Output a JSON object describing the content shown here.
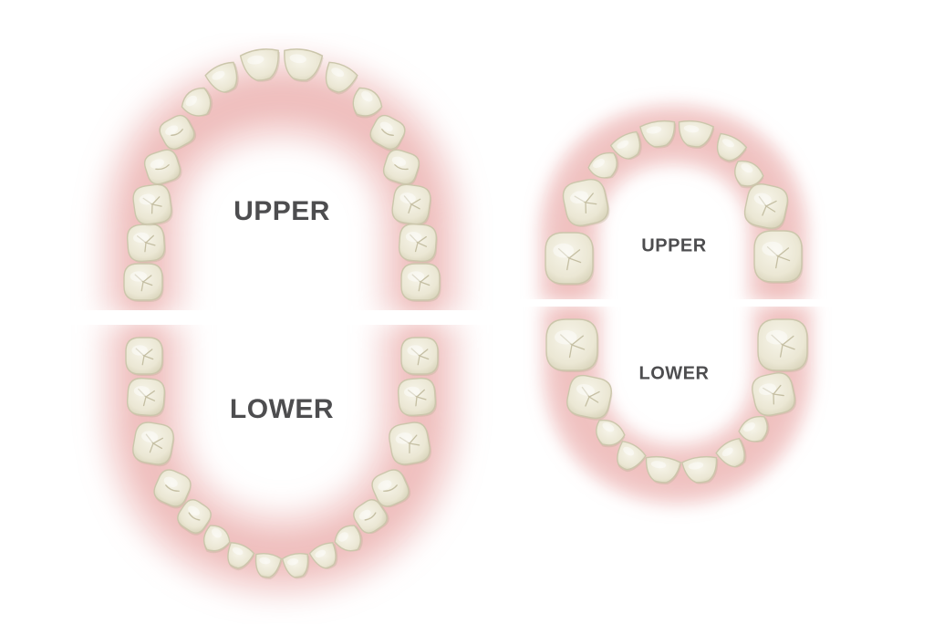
{
  "colors": {
    "background": "#ffffff",
    "gum": "#e9a6a4",
    "tooth_fill": "#ece8d6",
    "tooth_edge": "#cbc6ab",
    "tooth_shadow": "#b9b394",
    "label": "#4d4d4f"
  },
  "adult_arch": {
    "upper_label": "UPPER",
    "lower_label": "LOWER",
    "upper_teeth": 16,
    "lower_teeth": 16
  },
  "child_arch": {
    "upper_label": "UPPER",
    "lower_label": "LOWER",
    "upper_teeth": 10,
    "lower_teeth": 10
  }
}
